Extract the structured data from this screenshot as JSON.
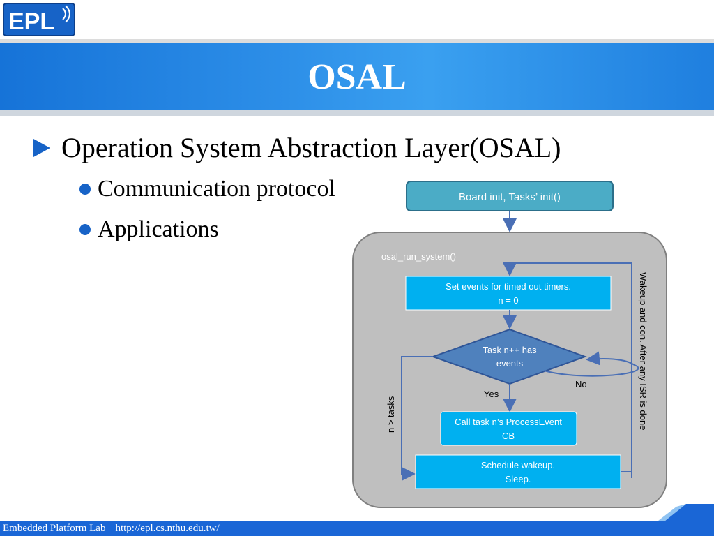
{
  "logo": {
    "text": "EPL"
  },
  "slide": {
    "title": "OSAL"
  },
  "bullets": {
    "main": "Operation System Abstraction Layer(OSAL)",
    "sub": [
      "Communication protocol",
      "Applications"
    ]
  },
  "diagram": {
    "top_box": "Board init, Tasks’ init()",
    "container_label": "osal_run_system()",
    "set_events_line1": "Set events for timed out timers.",
    "set_events_line2": "n = 0",
    "diamond_line1": "Task n++ has",
    "diamond_line2": "events",
    "yes_label": "Yes",
    "no_label": "No",
    "call_task_line1": "Call task n’s ProcessEvent",
    "call_task_line2": "CB",
    "schedule_line1": "Schedule wakeup.",
    "schedule_line2": "Sleep.",
    "left_label": "n > tasks",
    "right_label": "Wakeup and con. After any ISR is done"
  },
  "footer": {
    "lab": "Embedded Platform Lab",
    "url": "http://epl.cs.nthu.edu.tw/"
  },
  "colors": {
    "title_band": "#2d8fe8",
    "bullet_accent": "#1763c7",
    "box_cyan": "#00b0f0",
    "box_teal": "#4bacc6",
    "diamond": "#4f81bd",
    "container": "#bfbfbf",
    "footer": "#1a66d6"
  }
}
